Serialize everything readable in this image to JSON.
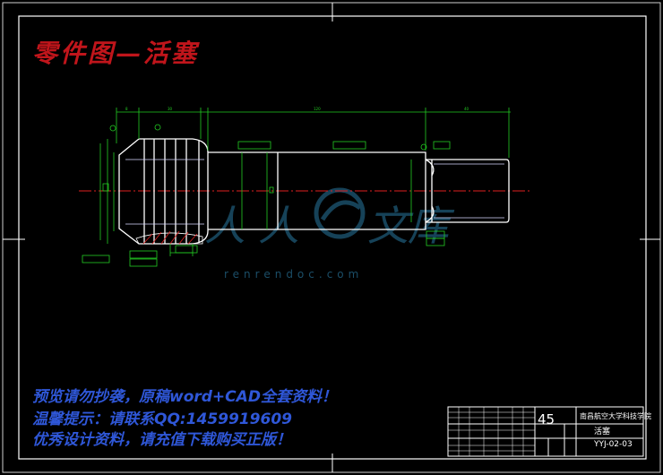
{
  "header": {
    "title": "零件图—活塞"
  },
  "notices": [
    "预览请勿抄袭，原稿word+CAD全套资料！",
    "温馨提示：请联系QQ:1459919609",
    "优秀设计资料，请充值下载购买正版！"
  ],
  "watermark": {
    "url": "renrendoc.com"
  },
  "title_block": {
    "material": "45",
    "school": "南昌航空大学科技学院",
    "part_name": "活塞",
    "drawing_code": "YYJ-02-03"
  },
  "colors": {
    "background": "#000000",
    "frame": "#ffffff",
    "outline": "#ffffff",
    "hidden": "#d8d8ff",
    "dimension": "#22cc22",
    "centerline": "#e02020",
    "tolerance_box": "#22cc22",
    "watermark": "#1b4e68",
    "title_red": "#c0151b",
    "notice_blue": "#2f57d8"
  }
}
